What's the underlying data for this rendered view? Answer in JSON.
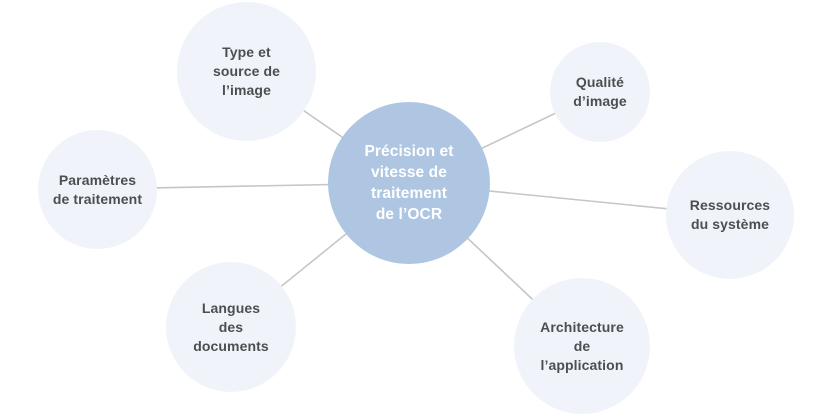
{
  "diagram": {
    "type": "mindmap",
    "center": {
      "label": "Précision et\nvitesse de\ntraitement\nde l’OCR"
    },
    "nodes": [
      {
        "id": "type-source",
        "label": "Type et\nsource de\nl’image"
      },
      {
        "id": "qualite",
        "label": "Qualité\nd’image"
      },
      {
        "id": "ressources",
        "label": "Ressources\ndu système"
      },
      {
        "id": "architecture",
        "label": "Architecture\nde\nl’application"
      },
      {
        "id": "langues",
        "label": "Langues\ndes\ndocuments"
      },
      {
        "id": "parametres",
        "label": "Paramètres\nde traitement"
      }
    ],
    "colors": {
      "background": "#ffffff",
      "center_fill": "#aec6e1",
      "center_text": "#ffffff",
      "node_fill": "#f0f4fa",
      "node_text": "#4d4e50",
      "line": "#c6c6c6"
    }
  }
}
